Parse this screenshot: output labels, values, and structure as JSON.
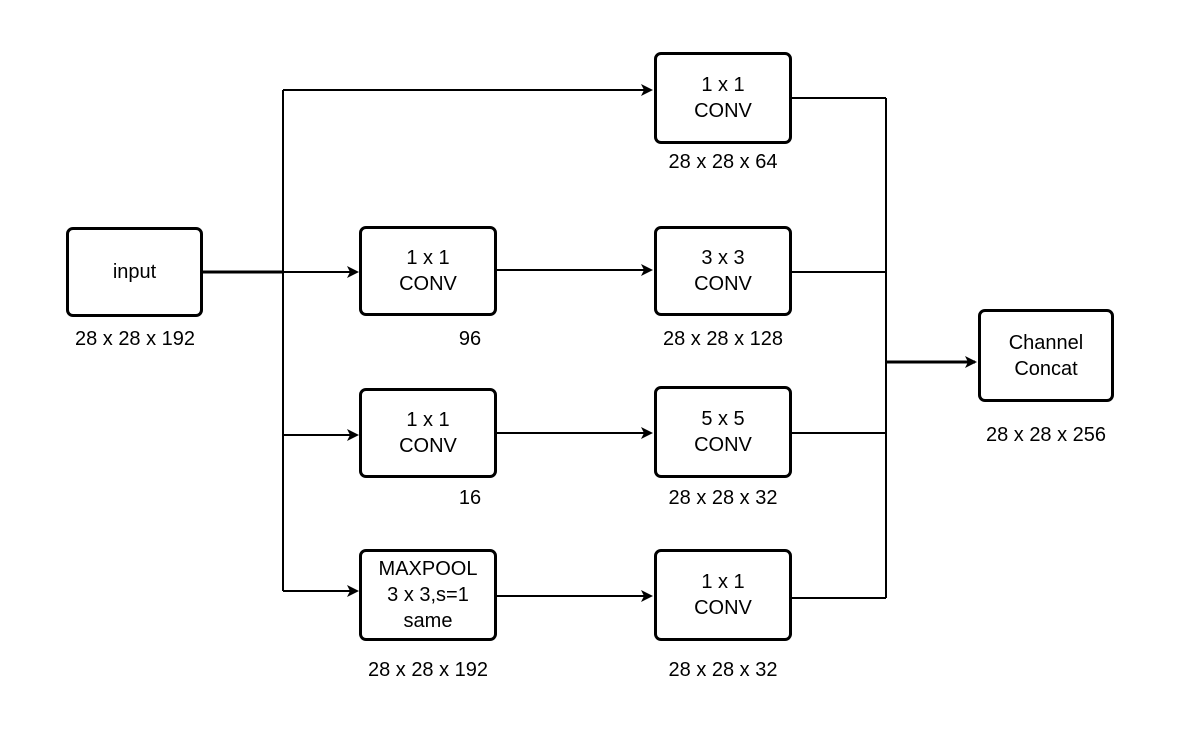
{
  "nodes": {
    "input": {
      "lines": [
        "input"
      ],
      "dims": "28 x 28 x 192"
    },
    "conv1x1_top": {
      "lines": [
        "1 x 1",
        "CONV"
      ],
      "dims": "28 x 28 x 64"
    },
    "conv1x1_a": {
      "lines": [
        "1 x 1",
        "CONV"
      ],
      "dims": "96"
    },
    "conv3x3": {
      "lines": [
        "3 x 3",
        "CONV"
      ],
      "dims": "28 x 28 x 128"
    },
    "conv1x1_b": {
      "lines": [
        "1 x 1",
        "CONV"
      ],
      "dims": "16"
    },
    "conv5x5": {
      "lines": [
        "5 x 5",
        "CONV"
      ],
      "dims": "28 x 28 x 32"
    },
    "maxpool": {
      "lines": [
        "MAXPOOL",
        "3 x 3,s=1",
        "same"
      ],
      "dims": "28 x 28 x 192"
    },
    "conv1x1_pool": {
      "lines": [
        "1 x 1",
        "CONV"
      ],
      "dims": "28 x 28 x 32"
    },
    "concat": {
      "lines": [
        "Channel",
        "Concat"
      ],
      "dims": "28 x 28 x 256"
    }
  },
  "edges": [
    {
      "from": "input",
      "to": "conv1x1_top"
    },
    {
      "from": "input",
      "to": "conv1x1_a"
    },
    {
      "from": "input",
      "to": "conv1x1_b"
    },
    {
      "from": "input",
      "to": "maxpool"
    },
    {
      "from": "conv1x1_a",
      "to": "conv3x3"
    },
    {
      "from": "conv1x1_b",
      "to": "conv5x5"
    },
    {
      "from": "maxpool",
      "to": "conv1x1_pool"
    },
    {
      "from": "conv1x1_top",
      "to": "concat"
    },
    {
      "from": "conv3x3",
      "to": "concat"
    },
    {
      "from": "conv5x5",
      "to": "concat"
    },
    {
      "from": "conv1x1_pool",
      "to": "concat"
    }
  ]
}
